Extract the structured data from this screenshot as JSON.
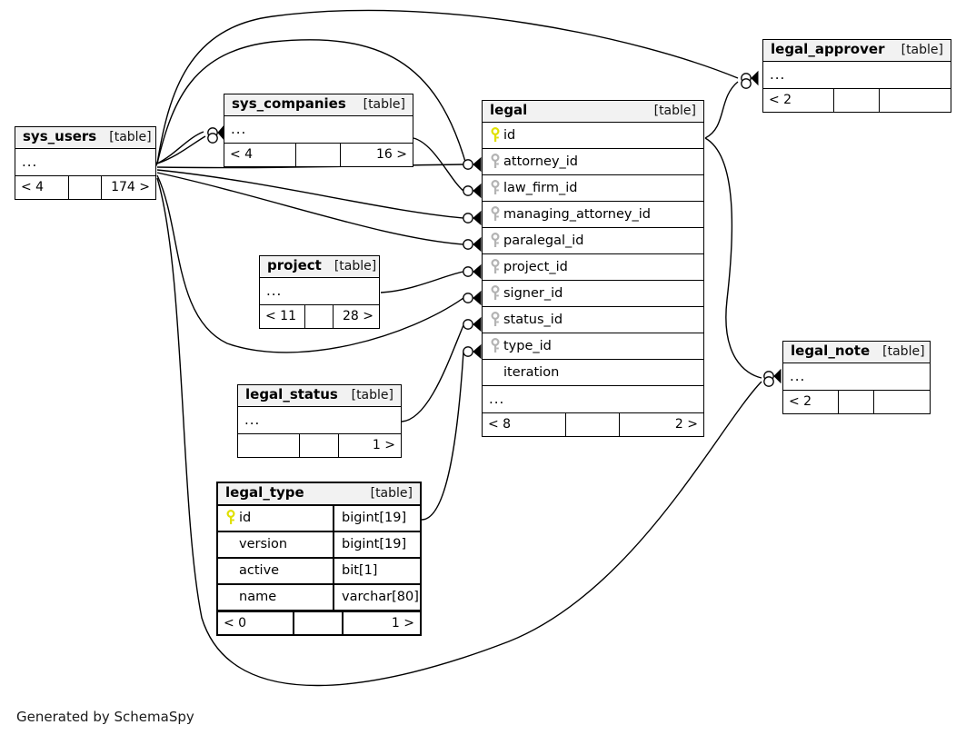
{
  "diagram": {
    "generator_note": "Generated by SchemaSpy",
    "table_tag": "[table]",
    "ellipsis": "...",
    "colors": {
      "primary_key": "#e8e800",
      "foreign_key": "#b0b0b0",
      "header_bg": "#f2f2f2",
      "border": "#000000",
      "background": "#ffffff"
    }
  },
  "tables": [
    {
      "id": "sys_users",
      "name": "sys_users",
      "tag": "[table]",
      "collapsed": true,
      "columns": [],
      "ellipsis": "...",
      "footer": {
        "left": "< 4",
        "mid": "",
        "right": "174 >"
      }
    },
    {
      "id": "sys_companies",
      "name": "sys_companies",
      "tag": "[table]",
      "collapsed": true,
      "columns": [],
      "ellipsis": "...",
      "footer": {
        "left": "< 4",
        "mid": "",
        "right": "16 >"
      }
    },
    {
      "id": "legal_approver",
      "name": "legal_approver",
      "tag": "[table]",
      "collapsed": true,
      "columns": [],
      "ellipsis": "...",
      "footer": {
        "left": "< 2",
        "mid": "",
        "right": ""
      }
    },
    {
      "id": "legal",
      "name": "legal",
      "tag": "[table]",
      "collapsed": false,
      "columns": [
        {
          "name": "id",
          "key": "primary",
          "type": ""
        },
        {
          "name": "attorney_id",
          "key": "foreign",
          "type": ""
        },
        {
          "name": "law_firm_id",
          "key": "foreign",
          "type": ""
        },
        {
          "name": "managing_attorney_id",
          "key": "foreign",
          "type": ""
        },
        {
          "name": "paralegal_id",
          "key": "foreign",
          "type": ""
        },
        {
          "name": "project_id",
          "key": "foreign",
          "type": ""
        },
        {
          "name": "signer_id",
          "key": "foreign",
          "type": ""
        },
        {
          "name": "status_id",
          "key": "foreign",
          "type": ""
        },
        {
          "name": "type_id",
          "key": "foreign",
          "type": ""
        },
        {
          "name": "iteration",
          "key": "none",
          "type": ""
        }
      ],
      "ellipsis": "...",
      "footer": {
        "left": "< 8",
        "mid": "",
        "right": "2 >"
      }
    },
    {
      "id": "project",
      "name": "project",
      "tag": "[table]",
      "collapsed": true,
      "columns": [],
      "ellipsis": "...",
      "footer": {
        "left": "< 11",
        "mid": "",
        "right": "28 >"
      }
    },
    {
      "id": "legal_status",
      "name": "legal_status",
      "tag": "[table]",
      "collapsed": true,
      "columns": [],
      "ellipsis": "...",
      "footer": {
        "left": "",
        "mid": "",
        "right": "1 >"
      }
    },
    {
      "id": "legal_note",
      "name": "legal_note",
      "tag": "[table]",
      "collapsed": true,
      "columns": [],
      "ellipsis": "...",
      "footer": {
        "left": "< 2",
        "mid": "",
        "right": ""
      }
    },
    {
      "id": "legal_type",
      "name": "legal_type",
      "tag": "[table]",
      "collapsed": false,
      "highlighted": true,
      "columns": [
        {
          "name": "id",
          "key": "primary",
          "type": "bigint[19]"
        },
        {
          "name": "version",
          "key": "none",
          "type": "bigint[19]"
        },
        {
          "name": "active",
          "key": "none",
          "type": "bit[1]"
        },
        {
          "name": "name",
          "key": "none",
          "type": "varchar[80]"
        }
      ],
      "footer": {
        "left": "< 0",
        "mid": "",
        "right": "1 >"
      }
    }
  ],
  "relationships": [
    {
      "from": "sys_users",
      "to": "sys_companies",
      "to_column": "ellipsis"
    },
    {
      "from": "sys_users",
      "to": "legal_approver",
      "to_column": "ellipsis"
    },
    {
      "from": "sys_users",
      "to": "legal",
      "to_column": "attorney_id"
    },
    {
      "from": "sys_companies",
      "to": "legal",
      "to_column": "law_firm_id"
    },
    {
      "from": "sys_users",
      "to": "legal",
      "to_column": "managing_attorney_id"
    },
    {
      "from": "sys_users",
      "to": "legal",
      "to_column": "paralegal_id"
    },
    {
      "from": "project",
      "to": "legal",
      "to_column": "project_id"
    },
    {
      "from": "sys_users",
      "to": "legal",
      "to_column": "signer_id"
    },
    {
      "from": "legal_status",
      "to": "legal",
      "to_column": "status_id"
    },
    {
      "from": "legal_type",
      "to": "legal",
      "to_column": "type_id"
    },
    {
      "from": "legal",
      "to": "legal_approver",
      "to_column": "ellipsis"
    },
    {
      "from": "legal",
      "to": "legal_note",
      "to_column": "ellipsis"
    },
    {
      "from": "sys_users",
      "to": "legal_note",
      "to_column": "ellipsis"
    }
  ]
}
